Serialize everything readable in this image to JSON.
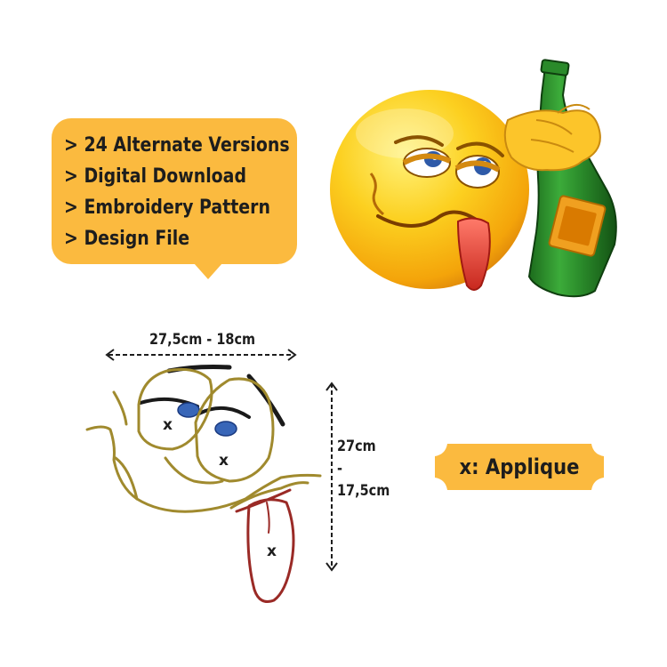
{
  "features": [
    "> 24 Alternate Versions",
    "> Digital Download",
    "> Embroidery Pattern",
    "> Design File"
  ],
  "dimensions": {
    "width_label": "27,5cm - 18cm",
    "height_top": "27cm",
    "height_sep": "-",
    "height_bottom": "17,5cm"
  },
  "applique_mark": "x",
  "legend_label": "x: Applique",
  "colors": {
    "bubble": "#fbba3f",
    "outline": "#a08a2e",
    "tongue_outline": "#9a2a26",
    "eye_blue": "#3866b8"
  },
  "icons": {
    "emoji": "drunk-emoji-with-bottle",
    "design": "embroidery-outline-face"
  }
}
